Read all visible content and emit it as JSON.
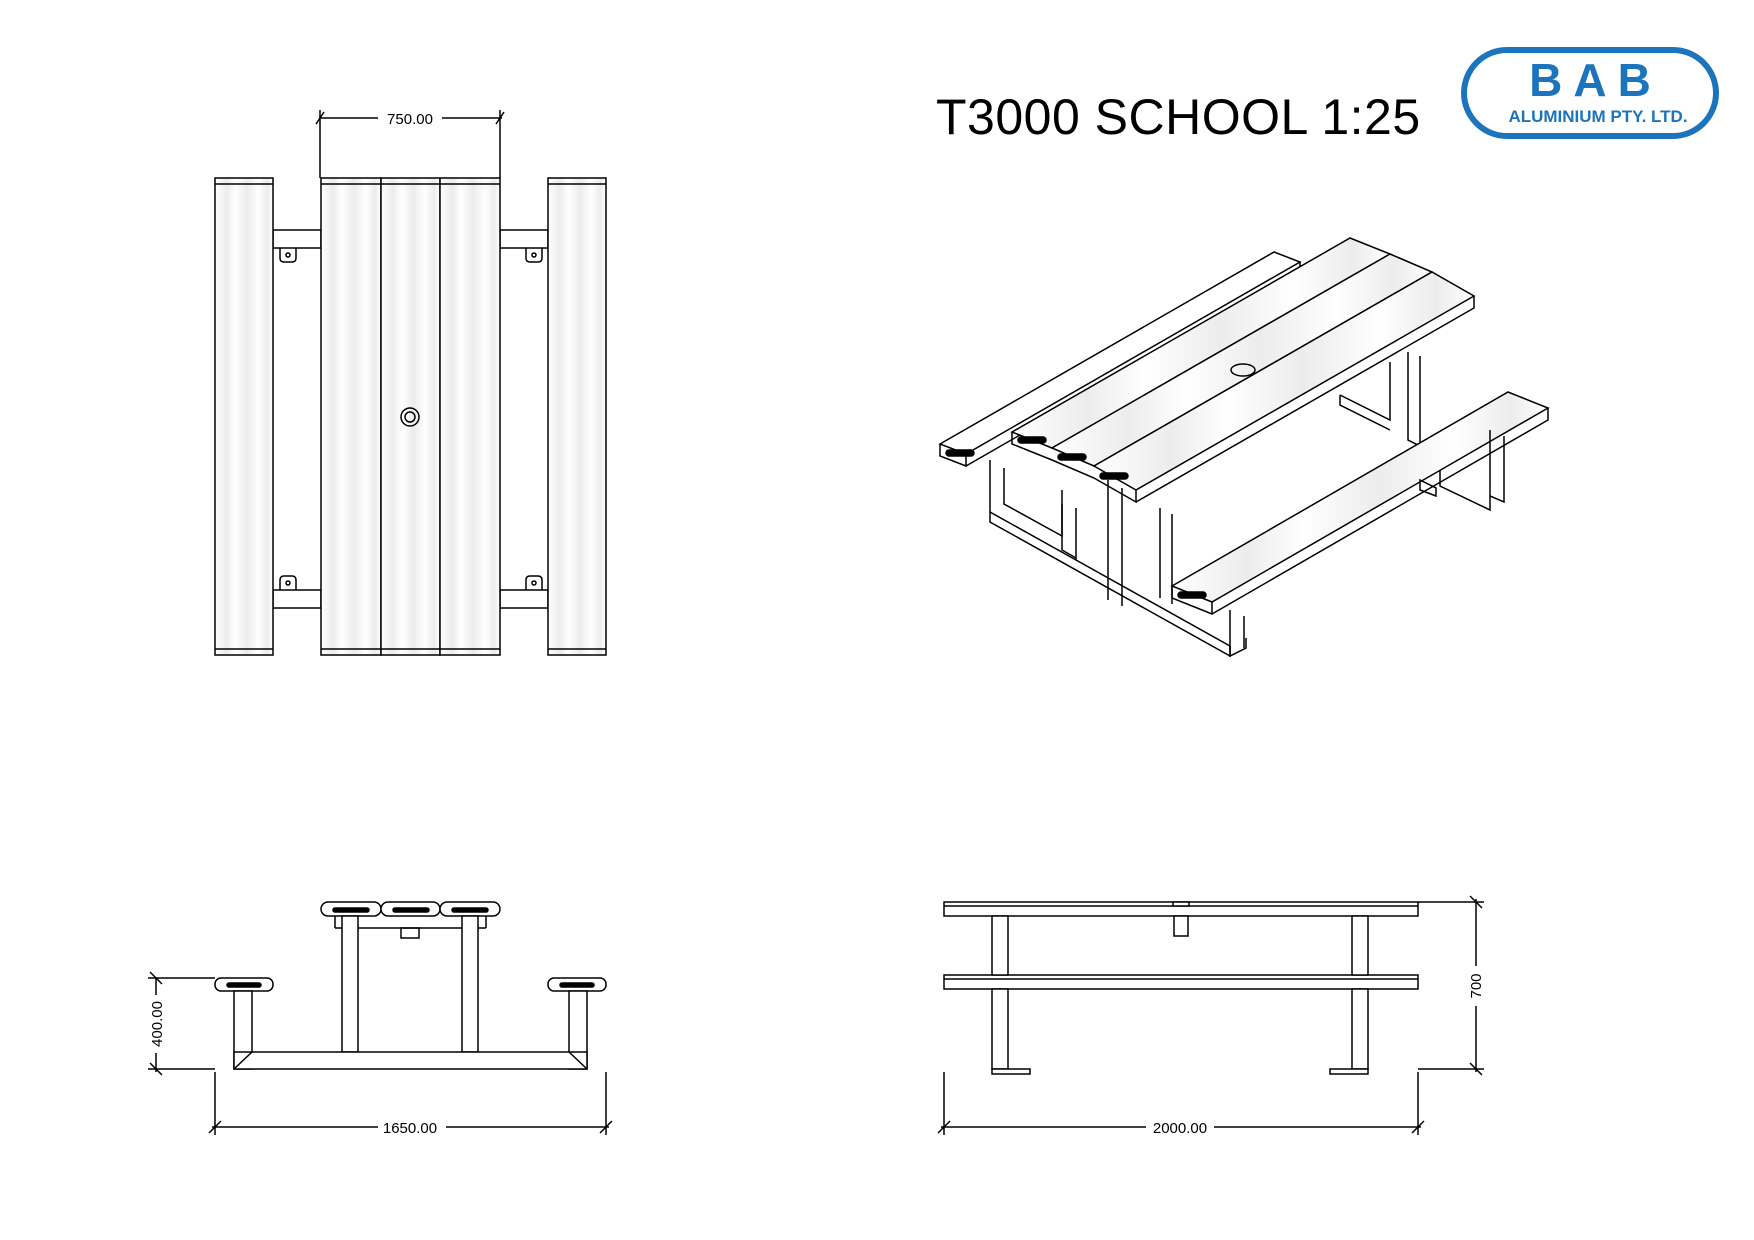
{
  "title": "T3000 SCHOOL 1:25",
  "logo": {
    "letters": "B A B",
    "subtitle": "ALUMINIUM PTY. LTD.",
    "brand_color": "#1c75bc"
  },
  "dimensions": {
    "top_width": "750.00",
    "seat_height": "400.00",
    "overall_width": "1650.00",
    "overall_length": "2000.00",
    "overall_height": "700"
  },
  "views": [
    "plan",
    "isometric",
    "end-elevation",
    "side-elevation"
  ],
  "colors": {
    "line": "#000000",
    "slat_shade": "#e6e6e6"
  }
}
